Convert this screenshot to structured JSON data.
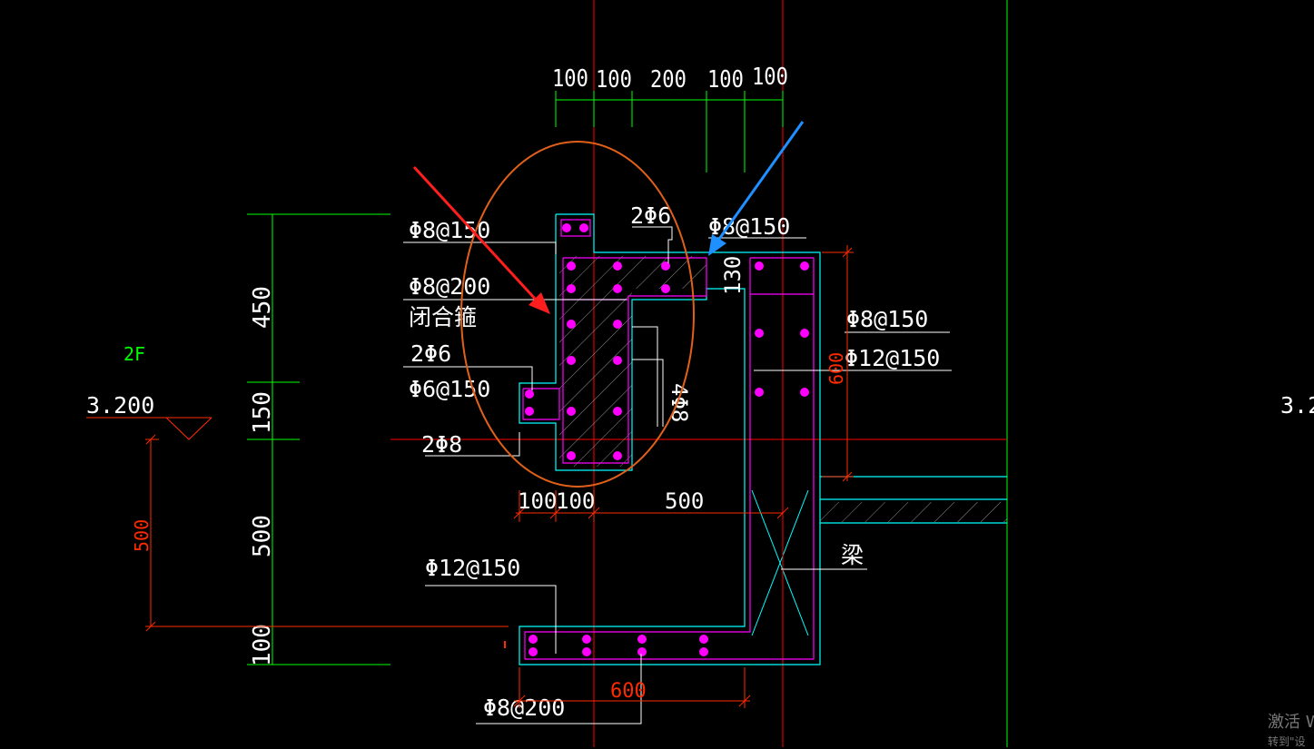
{
  "drawing": {
    "floor_label": "2F",
    "elevation_left": "3.200",
    "elevation_right": "3.2",
    "top_dims": [
      "100",
      "100",
      "200",
      "100",
      "100"
    ],
    "left_dims": [
      "450",
      "150",
      "500",
      "100"
    ],
    "red_dim_left": "500",
    "bottom_dims_mid": [
      "100",
      "100",
      "500"
    ],
    "bottom_dim_600": "600",
    "right_dim_600": "600",
    "dim_130": "130",
    "vertical_label": "4Φ8",
    "labels": {
      "phi8_150_a": "Φ8@150",
      "phi8_200": "Φ8@200",
      "closed_stirrup": "闭合箍",
      "two_phi6_left": "2Φ6",
      "phi6_150": "Φ6@150",
      "two_phi8": "2Φ8",
      "two_phi6_top": "2Φ6",
      "phi8_150_b": "Φ8@150",
      "phi8_150_right": "Φ8@150",
      "phi12_150_right": "Φ12@150",
      "beam": "梁",
      "phi12_150_bottom": "Φ12@150",
      "phi8_200_bottom": "Φ8@200"
    },
    "colors": {
      "dim_green": "#00ff00",
      "text_white": "#ffffff",
      "red": "#ff2a00",
      "cyan": "#00ffff",
      "magenta": "#ff00ff",
      "orange_circle": "#e0601a",
      "red_arrow": "#ff1e1e",
      "blue_arrow": "#1e90ff",
      "axis_red": "#ff0000",
      "axis_green": "#00ff00"
    }
  },
  "watermark": {
    "line1": "激活 W",
    "line2": "转到\"设"
  }
}
